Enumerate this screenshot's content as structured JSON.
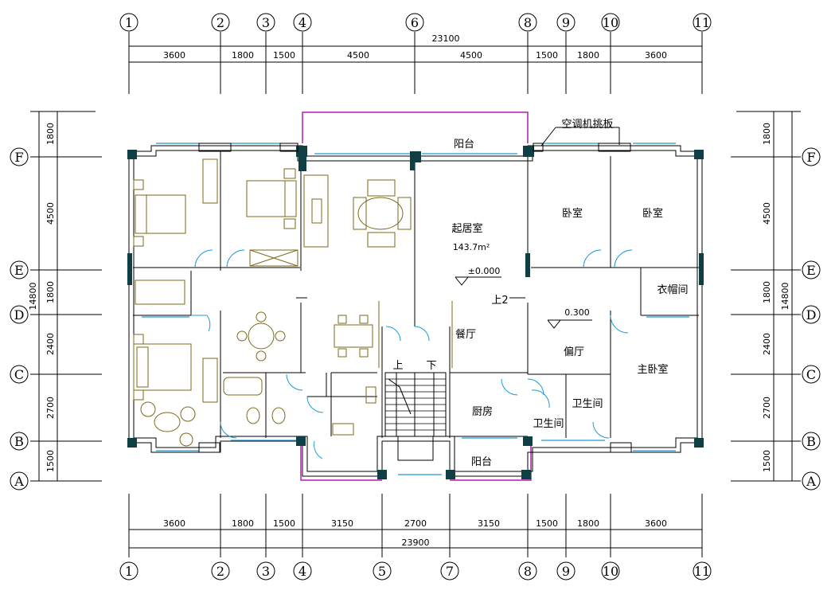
{
  "axes": {
    "top": [
      "1",
      "2",
      "3",
      "4",
      "6",
      "8",
      "9",
      "10",
      "11"
    ],
    "bottom": [
      "1",
      "2",
      "3",
      "4",
      "5",
      "7",
      "8",
      "9",
      "10",
      "11"
    ],
    "left": [
      "F",
      "E",
      "D",
      "C",
      "B",
      "A"
    ],
    "right": [
      "F",
      "E",
      "D",
      "C",
      "B",
      "A"
    ]
  },
  "dims": {
    "top_total": "23100",
    "top": [
      "3600",
      "1800",
      "1500",
      "4500",
      "4500",
      "1500",
      "1800",
      "3600"
    ],
    "bottom_total": "23900",
    "bottom": [
      "3600",
      "1800",
      "1500",
      "3150",
      "2700",
      "3150",
      "1500",
      "1800",
      "3600"
    ],
    "side": [
      "1800",
      "4500",
      "1800",
      "2400",
      "2700",
      "1500"
    ],
    "side_total": "14800"
  },
  "rooms": {
    "balcony_top": "阳台",
    "ac_panel": "空调机挑板",
    "living": "起居室",
    "living_area": "143.7m²",
    "level_living": "±0.000",
    "bed1": "卧室",
    "bed2": "卧室",
    "cloak": "衣帽间",
    "level_side": "0.300",
    "up2": "上2",
    "dining": "餐厅",
    "side_hall": "偏厅",
    "master": "主卧室",
    "stair_up": "上",
    "stair_down": "下",
    "kitchen": "厨房",
    "bath1": "卫生间",
    "bath2": "卫生间",
    "balcony_bottom": "阳台"
  }
}
